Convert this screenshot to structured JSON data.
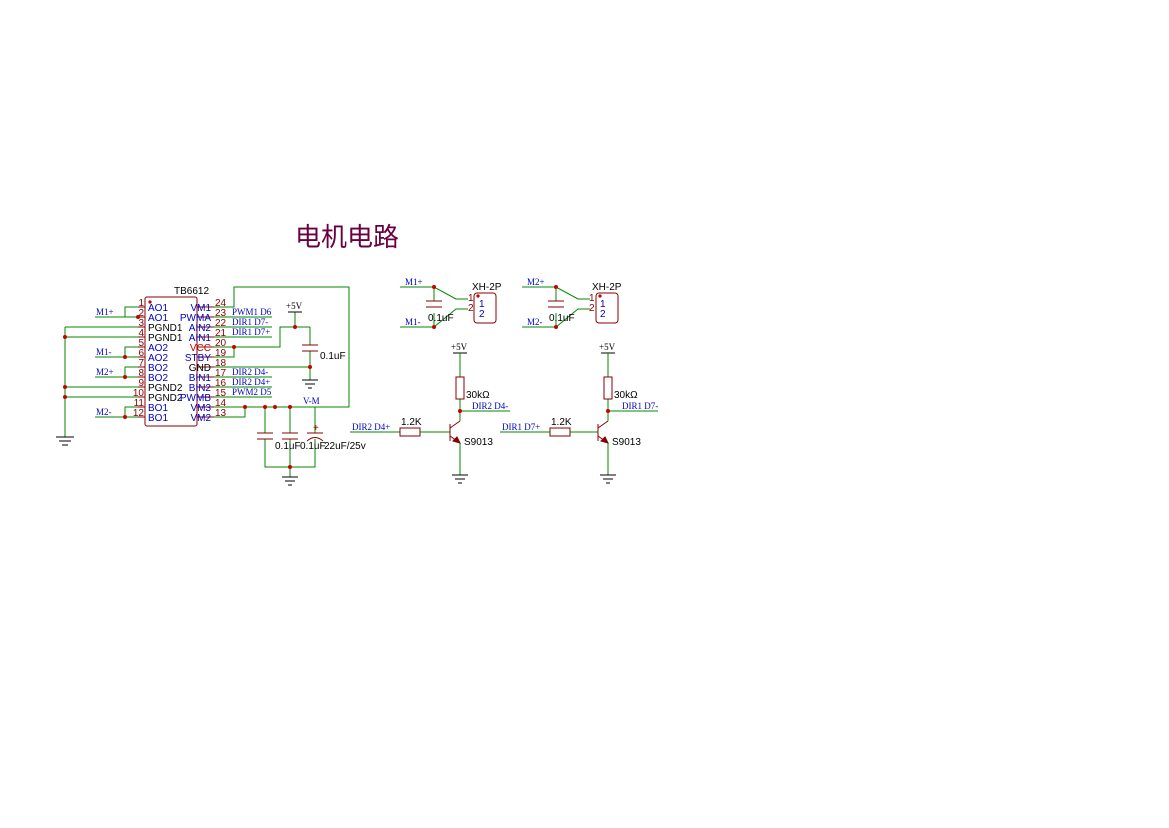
{
  "title": "电机电路",
  "tb6612": {
    "name": "TB6612",
    "left_pins": [
      {
        "num": "1",
        "name": "AO1"
      },
      {
        "num": "2",
        "name": "AO1"
      },
      {
        "num": "3",
        "name": "PGND1"
      },
      {
        "num": "4",
        "name": "PGND1"
      },
      {
        "num": "5",
        "name": "AO2"
      },
      {
        "num": "6",
        "name": "AO2"
      },
      {
        "num": "7",
        "name": "BO2"
      },
      {
        "num": "8",
        "name": "BO2"
      },
      {
        "num": "9",
        "name": "PGND2"
      },
      {
        "num": "10",
        "name": "PGND2"
      },
      {
        "num": "11",
        "name": "BO1"
      },
      {
        "num": "12",
        "name": "BO1"
      }
    ],
    "right_pins": [
      {
        "num": "24",
        "name": "VM1"
      },
      {
        "num": "23",
        "name": "PWMA"
      },
      {
        "num": "22",
        "name": "AIN2"
      },
      {
        "num": "21",
        "name": "AIN1"
      },
      {
        "num": "20",
        "name": "VCC"
      },
      {
        "num": "19",
        "name": "STBY"
      },
      {
        "num": "18",
        "name": "GND"
      },
      {
        "num": "17",
        "name": "BIN1"
      },
      {
        "num": "16",
        "name": "BIN2"
      },
      {
        "num": "15",
        "name": "PWMB"
      },
      {
        "num": "14",
        "name": "VM3"
      },
      {
        "num": "13",
        "name": "VM2"
      }
    ]
  },
  "nets": {
    "m1p": "M1+",
    "m1m": "M1-",
    "m2p": "M2+",
    "m2m": "M2-",
    "pwm1": "PWM1 D6",
    "dir1_d7m": "DIR1 D7-",
    "dir1_d7p": "DIR1 D7+",
    "dir2_d4m": "DIR2 D4-",
    "dir2_d4p": "DIR2 D4+",
    "pwm2": "PWM2 D5",
    "vm": "V-M",
    "vcc": "+5V"
  },
  "parts": {
    "cap_01": "0.1uF",
    "cap_22": "22uF/25v",
    "res_30k": "30kΩ",
    "res_12k": "1.2K",
    "transistor": "S9013",
    "connector": "XH-2P",
    "pin1": "1",
    "pin2": "2",
    "plus": "+"
  }
}
